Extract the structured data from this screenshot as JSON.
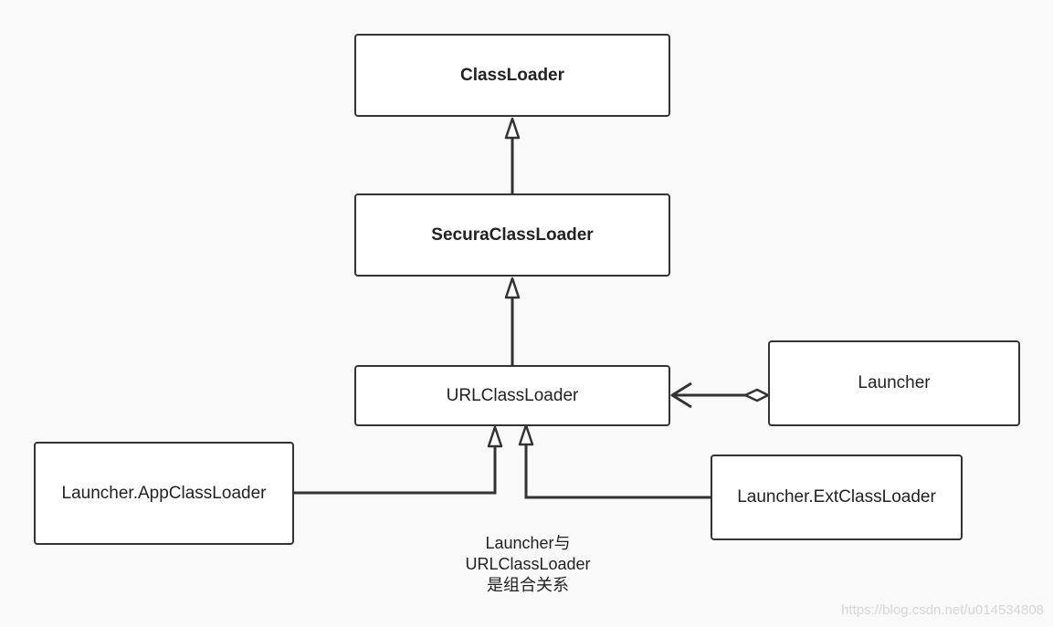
{
  "diagram": {
    "nodes": {
      "classloader": "ClassLoader",
      "secureclassloader": "SecuraClassLoader",
      "urlclassloader": "URLClassLoader",
      "launcher": "Launcher",
      "appclassloader": "Launcher.AppClassLoader",
      "extclassloader": "Launcher.ExtClassLoader"
    },
    "note": {
      "line1": "Launcher与",
      "line2": "URLClassLoader",
      "line3": "是组合关系"
    },
    "edges": [
      {
        "from": "SecuraClassLoader",
        "to": "ClassLoader",
        "kind": "inheritance"
      },
      {
        "from": "URLClassLoader",
        "to": "SecuraClassLoader",
        "kind": "inheritance"
      },
      {
        "from": "Launcher.AppClassLoader",
        "to": "URLClassLoader",
        "kind": "inheritance"
      },
      {
        "from": "Launcher.ExtClassLoader",
        "to": "URLClassLoader",
        "kind": "inheritance"
      },
      {
        "from": "Launcher",
        "to": "URLClassLoader",
        "kind": "aggregation"
      }
    ]
  },
  "watermark": "https://blog.csdn.net/u014534808",
  "colors": {
    "stroke": "#333333",
    "node_fill": "#ffffff",
    "background": "#f9f9f9"
  }
}
